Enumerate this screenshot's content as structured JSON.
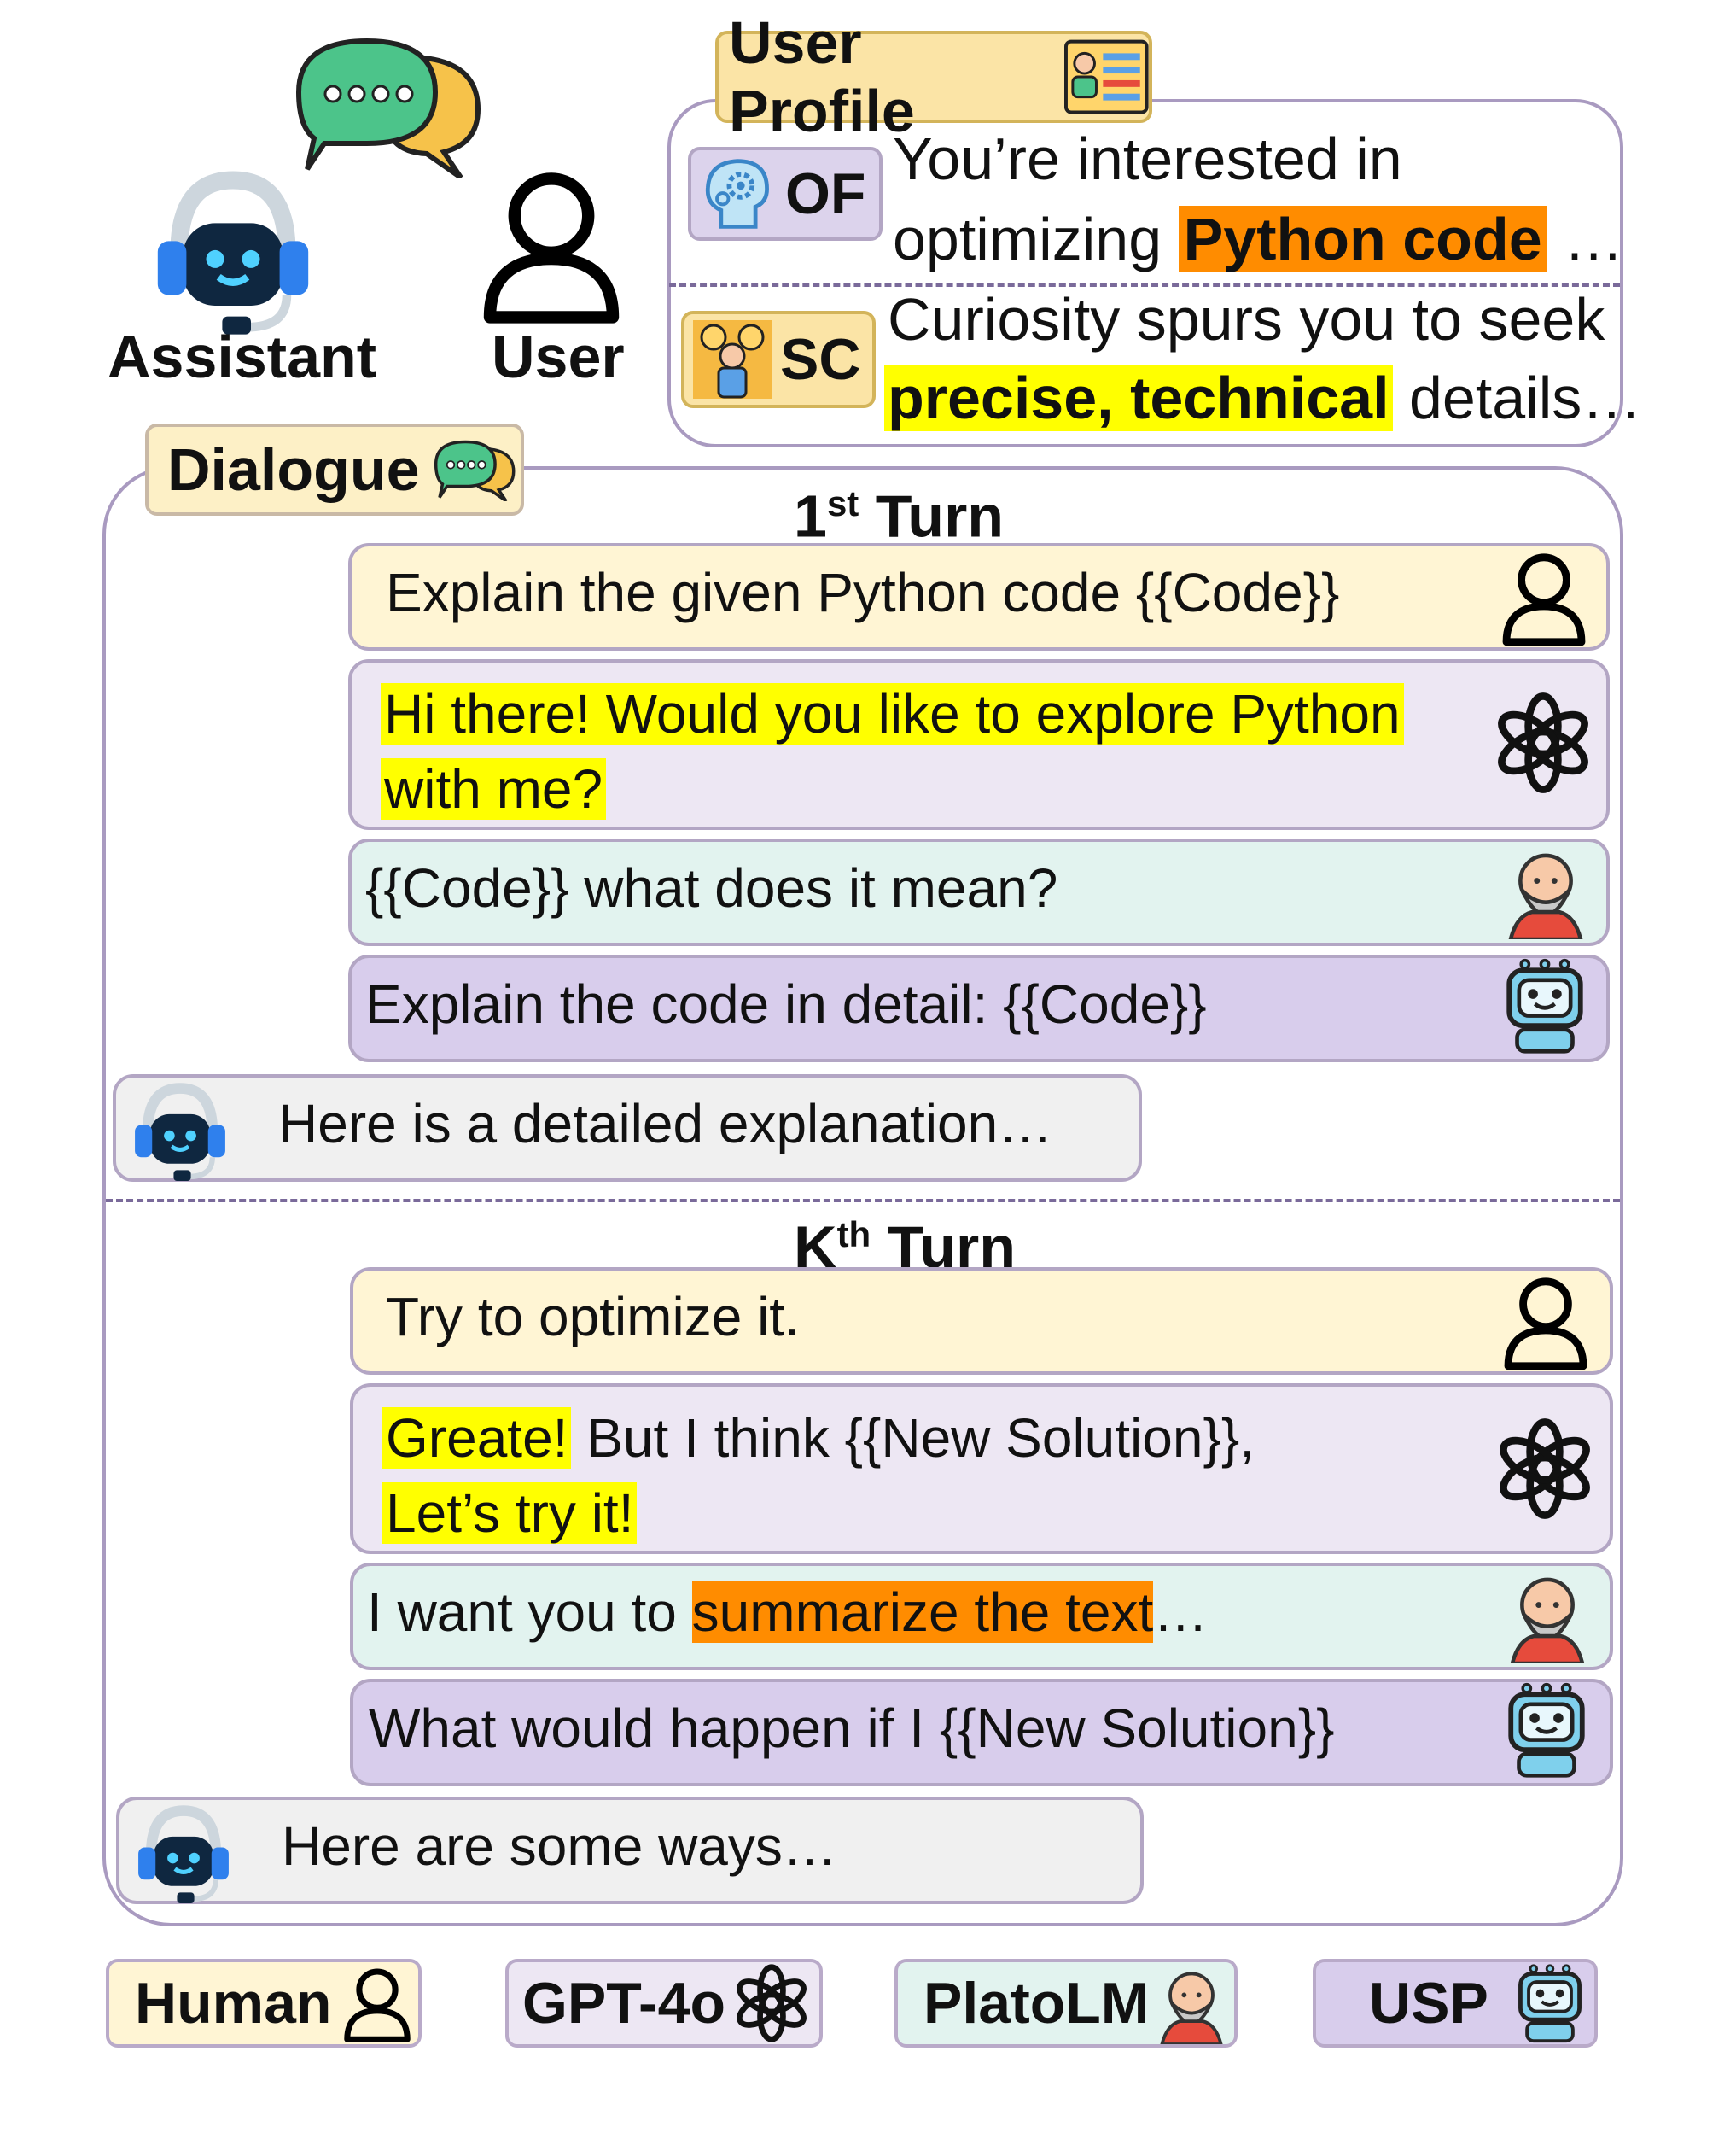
{
  "actors": {
    "assistant_label": "Assistant",
    "user_label": "User"
  },
  "profile": {
    "title": "User Profile",
    "of_tag": "OF",
    "of_line1": "You’re interested in",
    "of_line2_pre": "optimizing ",
    "of_line2_hl": "Python code",
    "of_line2_post": " …",
    "sc_tag": "SC",
    "sc_line1": "Curiosity spurs you to seek",
    "sc_line2_hl": "precise, technical",
    "sc_line2_post": " details…"
  },
  "dialogue": {
    "title": "Dialogue",
    "turn1": {
      "label_pre": "1",
      "label_sup": "st",
      "label_post": " Turn",
      "user_text": "Explain the given Python code {{Code}}",
      "gpt_line1": "Hi there! Would you like to explore Python",
      "gpt_line2": "with me?",
      "plato_text": "{{Code}} what does it mean?",
      "usp_text": "Explain the code in detail: {{Code}}",
      "assistant_text": "Here is a detailed explanation…"
    },
    "turnk": {
      "label_pre": "K",
      "label_sup": "th",
      "label_post": " Turn",
      "user_text": "Try to optimize it.",
      "gpt_hl1": "Greate!",
      "gpt_rest1": " But I think {{New Solution}},",
      "gpt_hl2": "Let’s try it!",
      "plato_pre": "I want you to ",
      "plato_hl": "summarize the text",
      "plato_post": "…",
      "usp_text": "What would happen if I {{New Solution}}",
      "assistant_text": "Here are some ways…"
    }
  },
  "legend": {
    "human": "Human",
    "gpt": "GPT-4o",
    "plato": "PlatoLM",
    "usp": "USP"
  },
  "colors": {
    "user_bg": "#fff5d4",
    "gpt_bg": "#ede7f3",
    "plato_bg": "#e2f3ef",
    "usp_bg": "#d8cdec",
    "assistant_bg": "#f0f0f0",
    "highlight_yellow": "#ffff00",
    "highlight_orange": "#ff8c00",
    "border": "#a99ac0"
  },
  "icons": [
    "chat-bubbles-icon",
    "robot-assistant-icon",
    "user-outline-icon",
    "profile-card-icon",
    "brain-gear-icon",
    "theater-masks-icon",
    "openai-logo-icon",
    "old-man-avatar-icon",
    "robot-ai-icon"
  ]
}
